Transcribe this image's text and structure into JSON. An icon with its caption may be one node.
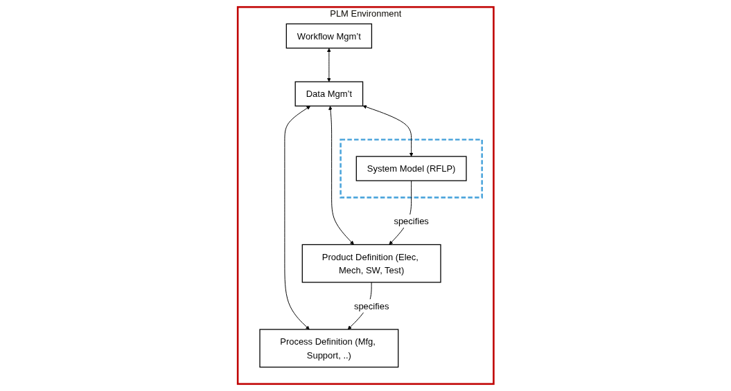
{
  "diagram": {
    "nodes": [
      {
        "text": [
          "PLM Environment"
        ]
      },
      {
        "text": [
          "Workflow Mgm’t"
        ],
        "in": 0
      },
      {
        "text": [
          "Data Mgm’t"
        ],
        "in": 0
      },
      {
        "text": [],
        "shape": "box",
        "in": 0
      },
      {
        "text": [
          "System Model (RFLP)"
        ],
        "in": 3
      },
      {
        "text": [
          "Product Definition (Elec, Mech, SW, Test)"
        ],
        "in": 0
      },
      {
        "text": [
          "Process Definition (Mfg, Support, ..)"
        ],
        "in": 0
      }
    ],
    "edges": [
      {
        "from": 1,
        "to": 2,
        "arrow": "both"
      },
      {
        "from": 2,
        "to": 4,
        "arrow": "both"
      },
      {
        "from": 2,
        "to": 5,
        "arrow": "both"
      },
      {
        "from": 2,
        "to": 6,
        "arrow": "both"
      },
      {
        "from": 4,
        "to": 5,
        "arrow": "to",
        "label": "specifies"
      },
      {
        "from": 5,
        "to": 6,
        "arrow": "to",
        "label": "specifies"
      }
    ]
  }
}
